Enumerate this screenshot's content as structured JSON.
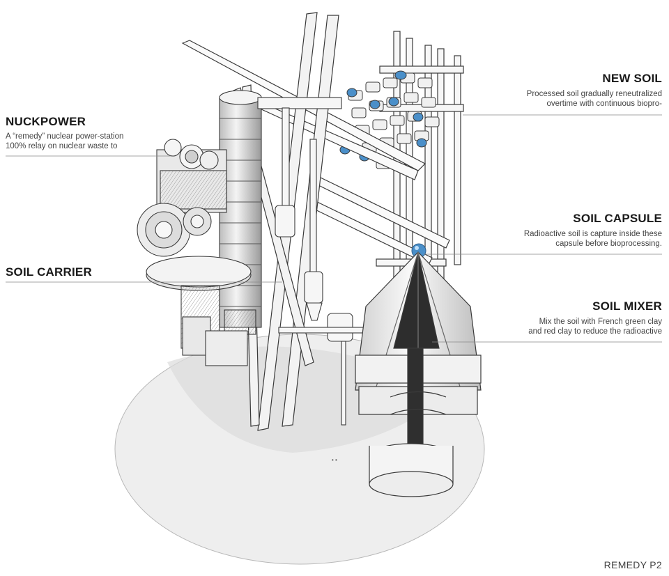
{
  "callouts": {
    "new_soil": {
      "title": "NEW SOIL",
      "line1": "Processed soil gradually reneutralized",
      "line2": "overtime with continuous biopro-"
    },
    "nuckpower": {
      "title": "NUCKPOWER",
      "line1": "A “remedy” nuclear power-station",
      "line2": "100% relay on nuclear waste to"
    },
    "soil_carrier": {
      "title": "SOIL CARRIER"
    },
    "soil_capsule": {
      "title": "SOIL CAPSULE",
      "line1": "Radioactive soil is capture inside these",
      "line2": "capsule before bioprocessing."
    },
    "soil_mixer": {
      "title": "SOIL MIXER",
      "line1": "Mix the soil with French green clay",
      "line2": "and red clay to reduce the radioactive"
    }
  },
  "footer": "REMEDY P2",
  "colors": {
    "ink": "#3a3a3a",
    "capsule_blue": "#4a8fc9",
    "shadow": "#d6d6d6",
    "platform": "#eeeeee"
  }
}
